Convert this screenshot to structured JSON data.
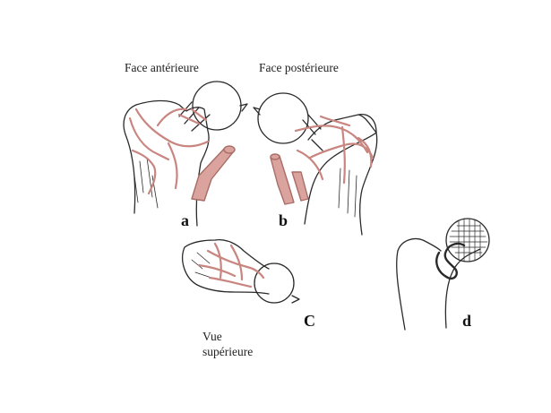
{
  "figure": {
    "captions": {
      "anterior": "Face antérieure",
      "posterior": "Face postérieure",
      "superior_line1": "Vue",
      "superior_line2": "supérieure"
    },
    "panel_labels": {
      "a": "a",
      "b": "b",
      "c": "C",
      "d": "d"
    },
    "colors": {
      "outline": "#2a2a2a",
      "artery": "#c9857f",
      "artery_fill": "#dba39d",
      "background": "#ffffff"
    }
  }
}
